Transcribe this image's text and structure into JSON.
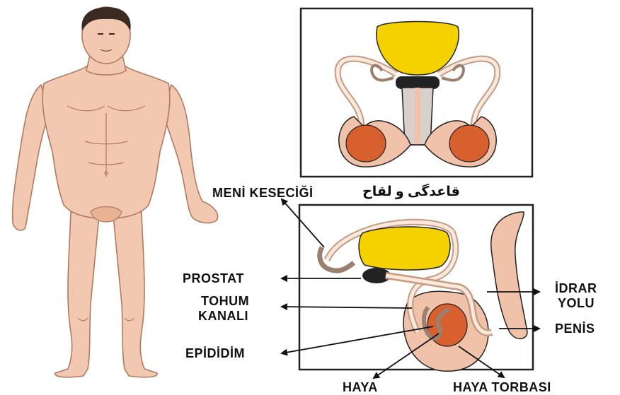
{
  "labels": {
    "meni_kesecigi": "MENİ KESECİĞİ",
    "arabic_caption": "قاعدگی و لقاح",
    "prostat": "PROSTAT",
    "tohum_kanali_line1": "TOHUM",
    "tohum_kanali_line2": "KANALI",
    "epididim": "EPİDİDİM",
    "haya": "HAYA",
    "haya_torbasi": "HAYA TORBASI",
    "idrar_yolu_line1": "İDRAR",
    "idrar_yolu_line2": "YOLU",
    "penis": "PENİS"
  },
  "colors": {
    "skin": "#f2c9b0",
    "skin_outline": "#b07a62",
    "hair": "#3b2a22",
    "bladder_yellow": "#f5d100",
    "testis_orange": "#d8602e",
    "tissue_pink": "#f1c2aa",
    "outline": "#222222"
  }
}
